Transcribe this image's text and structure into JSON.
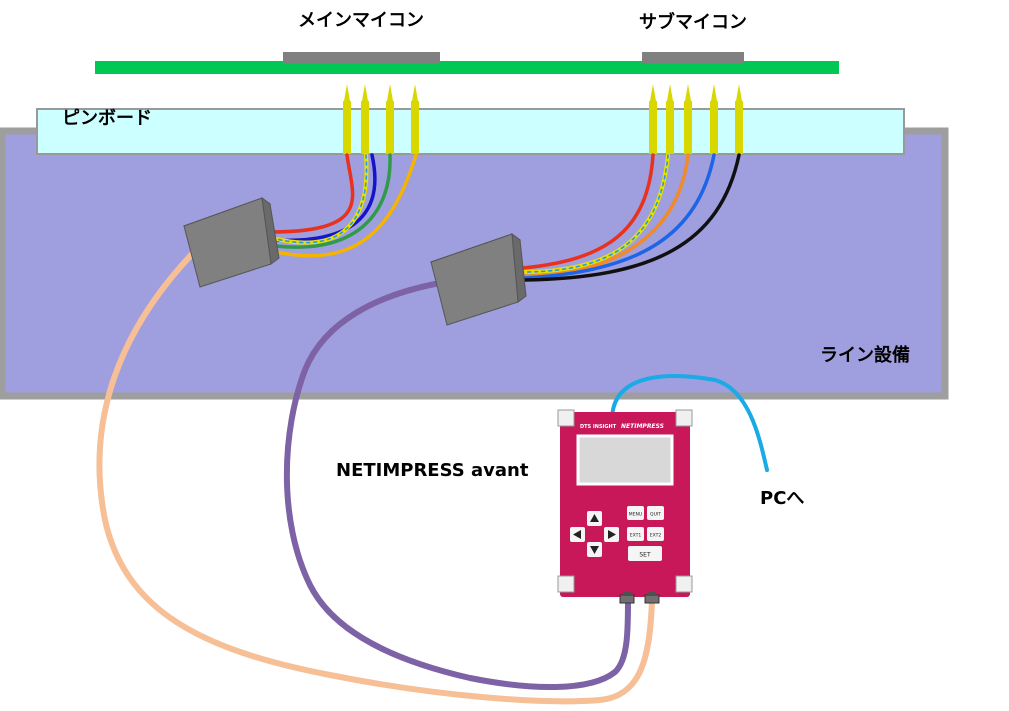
{
  "labels": {
    "main_mcu": "メインマイコン",
    "sub_mcu": "サブマイコン",
    "pin_board": "ピンボード",
    "line_equipment": "ライン設備",
    "device_name": "NETIMPRESS avant",
    "to_pc": "PCへ"
  },
  "device": {
    "brand": "DTS INSIGHT",
    "logo": "NETIMPRESS",
    "buttons": {
      "menu": "MENU",
      "quit": "QUIT",
      "ext1": "EXT1",
      "ext2": "EXT2",
      "set": "SET"
    }
  },
  "colors": {
    "pcb": "#00c853",
    "chip": "#808080",
    "pin_board": "#ccffff",
    "line_equipment": "#9f9ede",
    "frame": "#9e9e9e",
    "pin": "#d8d800",
    "device_body": "#c8185a",
    "pc_cable": "#1aaae6",
    "purple_cable": "#7d62a6",
    "orange_cable": "#f6bf96"
  }
}
